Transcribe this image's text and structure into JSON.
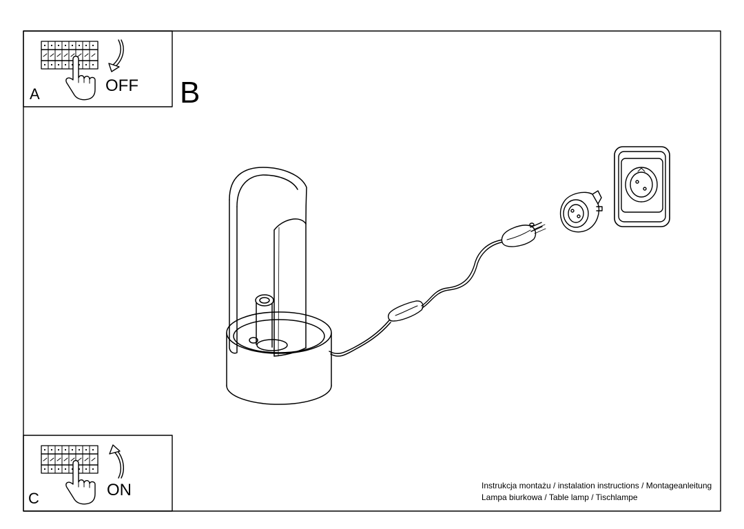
{
  "steps": {
    "a": {
      "letter": "A",
      "state": "OFF"
    },
    "b": {
      "letter": "B"
    },
    "c": {
      "letter": "C",
      "state": "ON"
    }
  },
  "footer": {
    "line1": "Instrukcja montażu / instalation instructions / Montageanleitung",
    "line2": "Lampa biurkowa / Table lamp / Tischlampe"
  },
  "icons": {
    "breaker": "circuit-breaker-icon",
    "hand": "hand-pointer-icon",
    "arrow_down": "curved-arrow-down-icon",
    "arrow_up": "curved-arrow-up-icon",
    "lamp": "table-lamp-drawing",
    "switch": "inline-switch-drawing",
    "plug": "euro-plug-drawing",
    "adapter": "plug-adapter-drawing",
    "socket": "wall-socket-drawing"
  },
  "colors": {
    "line": "#000000",
    "background": "#ffffff"
  }
}
